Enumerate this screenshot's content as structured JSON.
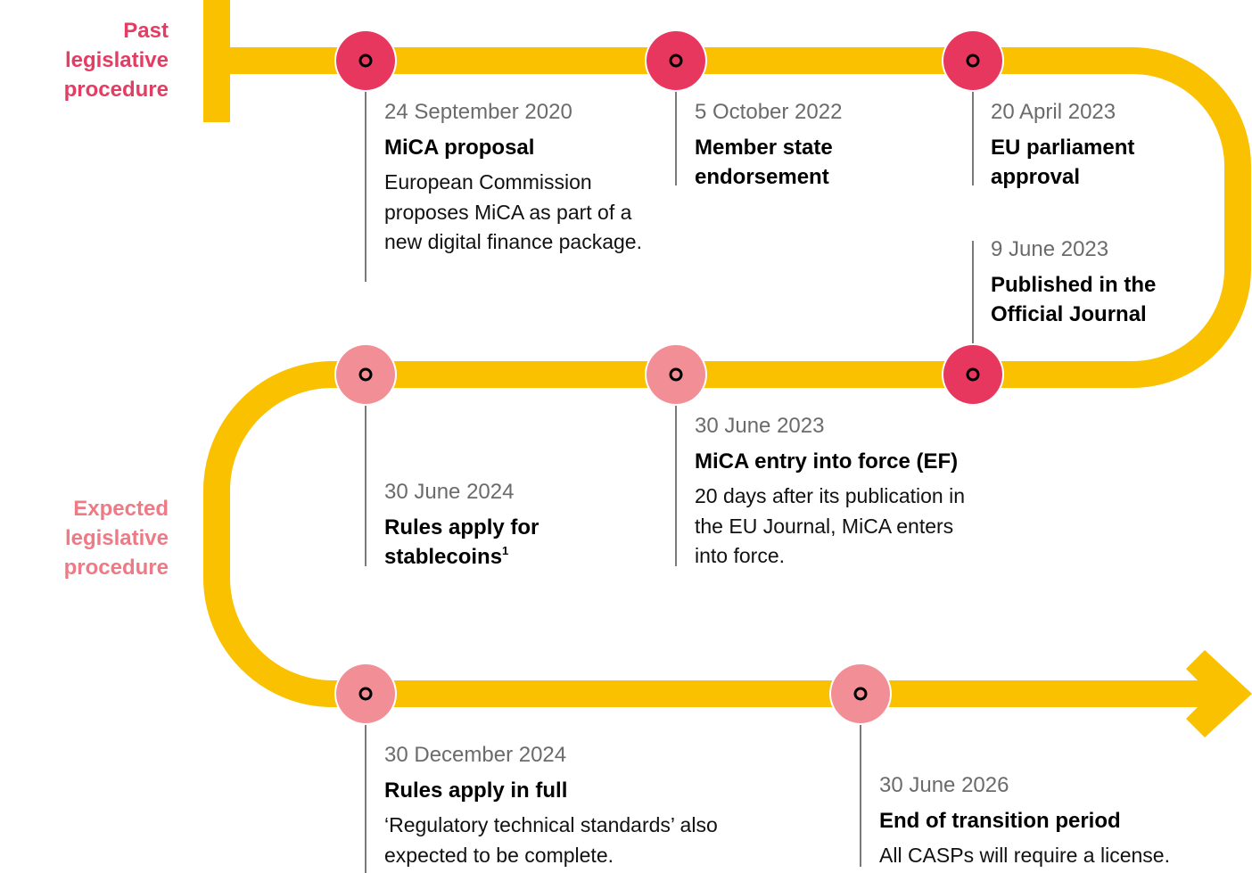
{
  "colors": {
    "track": "#FAC100",
    "past_node": "#E8375E",
    "expected_node": "#F28E95",
    "past_label": "#E33D63",
    "expected_label": "#EE7A86",
    "date_text": "#6b6b6b",
    "connector": "#333333"
  },
  "labels": {
    "past": "Past\nlegislative\nprocedure",
    "expected": "Expected\nlegislative\nprocedure"
  },
  "events": [
    {
      "id": "mica-proposal",
      "status": "past",
      "date": "24 September 2020",
      "title": "MiCA proposal",
      "description": "European Commission proposes MiCA as part of a new digital finance package."
    },
    {
      "id": "member-state-endorsement",
      "status": "past",
      "date": "5 October 2022",
      "title": "Member state endorsement",
      "description": ""
    },
    {
      "id": "eu-parliament-approval",
      "status": "past",
      "date": "20 April 2023",
      "title": "EU parliament approval",
      "description": ""
    },
    {
      "id": "published-official-journal",
      "status": "past",
      "date": "9 June 2023",
      "title": "Published in the Official Journal",
      "description": ""
    },
    {
      "id": "mica-entry-into-force",
      "status": "expected",
      "date": "30 June 2023",
      "title": "MiCA entry into force (EF)",
      "description": "20 days after its publication in the EU Journal, MiCA enters into force."
    },
    {
      "id": "rules-apply-stablecoins",
      "status": "expected",
      "date": "30 June 2024",
      "title": "Rules apply for stablecoins",
      "title_sup": "1",
      "description": ""
    },
    {
      "id": "rules-apply-in-full",
      "status": "expected",
      "date": "30 December 2024",
      "title": "Rules apply in full",
      "description": "‘Regulatory technical standards’ also expected to be complete."
    },
    {
      "id": "end-of-transition",
      "status": "expected",
      "date": "30 June 2026",
      "title": "End of transition period",
      "description": "All CASPs will require a license."
    }
  ]
}
